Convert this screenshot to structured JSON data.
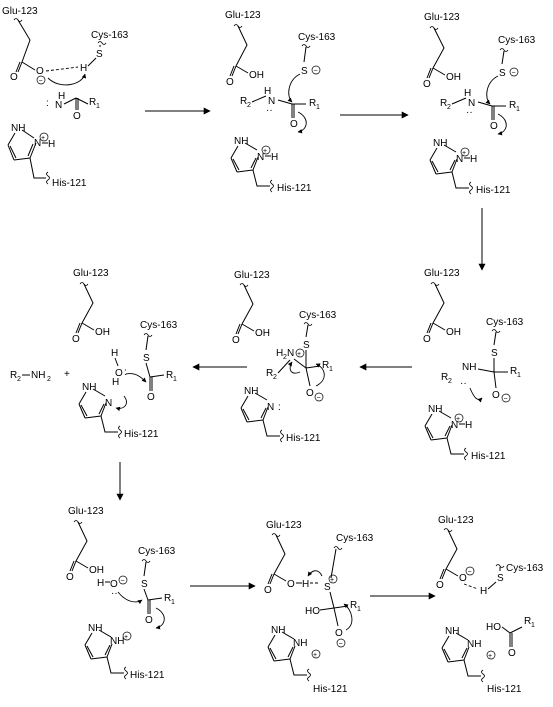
{
  "labels": {
    "glu": "Glu-123",
    "cys": "Cys-163",
    "his": "His-121",
    "R1": "R",
    "R2": "R",
    "sub1": "1",
    "sub2": "2",
    "O": "O",
    "S": "S",
    "N": "N",
    "NH": "NH",
    "H": "H",
    "OH": "OH",
    "HO": "HO",
    "H2N": "H",
    "NH2": "NH",
    "plus": "+",
    "minus": "−",
    "lonepair": ":",
    "dots": "··"
  }
}
